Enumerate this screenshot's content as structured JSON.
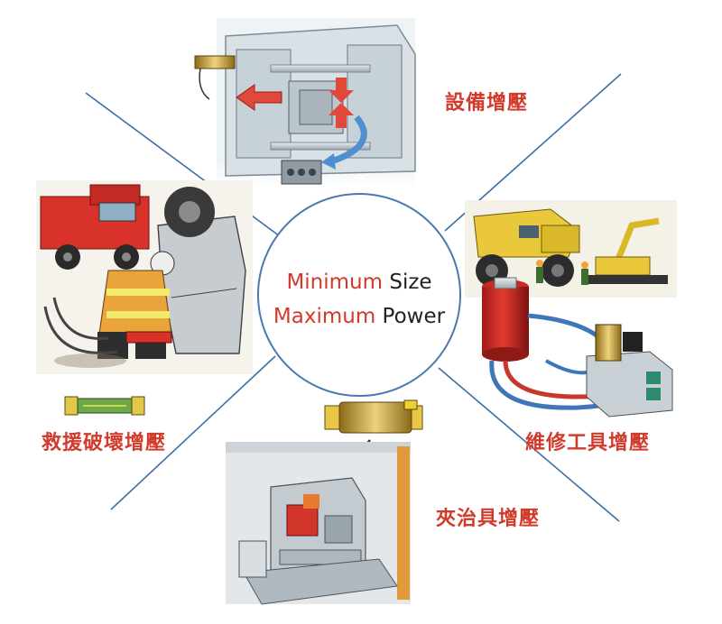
{
  "center": {
    "line1": {
      "highlight": "Minimum",
      "rest": "Size"
    },
    "line2": {
      "highlight": "Maximum",
      "rest": "Power"
    }
  },
  "labels": {
    "equipment": "設備增壓",
    "repair_tools": "維修工具增壓",
    "fixtures": "夾治具增壓",
    "rescue": "救援破壞增壓"
  },
  "icons": {
    "top": "die-casting-machine-illustration",
    "right": "mining-truck-hydraulic-cylinder-illustration",
    "bottom": "clamping-fixture-illustration",
    "left": "rescue-fire-truck-illustration",
    "booster_left": "pressure-booster-small",
    "booster_bottom": "pressure-booster-cylinder"
  },
  "colors": {
    "accent_red": "#d23a2c",
    "line_blue": "#3e6fa3",
    "circle_blue": "#4a78b0",
    "text_dark": "#222222"
  }
}
